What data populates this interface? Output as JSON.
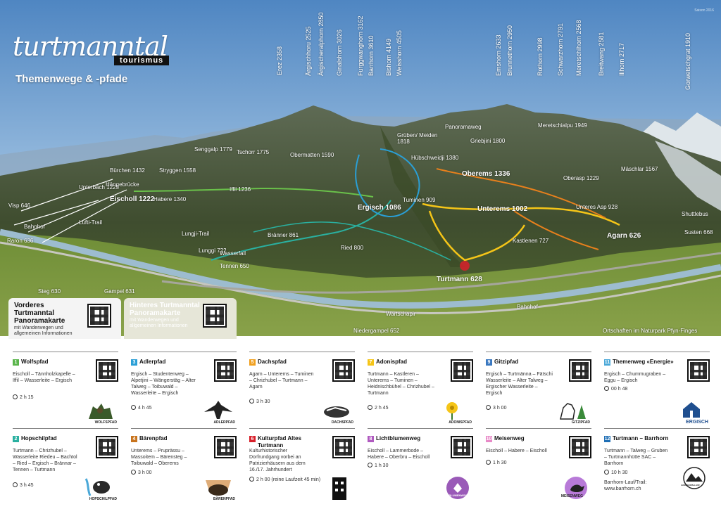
{
  "header": {
    "brand_script": "turtmanntal",
    "brand_sub": "tourismus",
    "subtitle": "Themenwege & -pfade",
    "corner_note": "Saison 2016"
  },
  "peaks": [
    {
      "label": "Erez 2358"
    },
    {
      "label": "Ärgischhoru 2525"
    },
    {
      "label": "Ärgischeralphorn 2850"
    },
    {
      "label": "Ginalshorn 3026"
    },
    {
      "label": "Furggwanghorn 3162"
    },
    {
      "label": "Barrhorn 3610"
    },
    {
      "label": "Bishorn 4149"
    },
    {
      "label": "Weisshorn 4505"
    },
    {
      "label": "Emshorn 2633"
    },
    {
      "label": "Brunnethorn 2950"
    },
    {
      "label": "Rothorn 2998"
    },
    {
      "label": "Schwarzhorn 2791"
    },
    {
      "label": "Meretschihorn 2568"
    },
    {
      "label": "Breitwang 2581"
    },
    {
      "label": "Illhorn 2717"
    },
    {
      "label": "Gorwetschgrat 1910"
    }
  ],
  "places": [
    {
      "label": "Senggalp 1779"
    },
    {
      "label": "Tschorr 1775"
    },
    {
      "label": "Obermatten 1590"
    },
    {
      "label": "Grüben/ Meiden 1818"
    },
    {
      "label": "Hübschweidji 1380"
    },
    {
      "label": "Panoramaweg"
    },
    {
      "label": "Griebjini 1800"
    },
    {
      "label": "Meretschialpu 1949"
    },
    {
      "label": "Oberems 1336"
    },
    {
      "label": "Oberasp 1229"
    },
    {
      "label": "Mäschlar 1567"
    },
    {
      "label": "Stryggen 1558"
    },
    {
      "label": "Bürchen 1432"
    },
    {
      "label": "Unterbäch 1225"
    },
    {
      "label": "Hängebrücke"
    },
    {
      "label": "Eischoll 1222"
    },
    {
      "label": "Habere 1340"
    },
    {
      "label": "Iffil 1236"
    },
    {
      "label": "Ergisch 1086"
    },
    {
      "label": "Tuminen 909"
    },
    {
      "label": "Unterems 1002"
    },
    {
      "label": "Unteres Asp 928"
    },
    {
      "label": "Agarn 626"
    },
    {
      "label": "Shuttlebus"
    },
    {
      "label": "Susten 668"
    },
    {
      "label": "Visp 646"
    },
    {
      "label": "Bahnhof"
    },
    {
      "label": "Raron 636"
    },
    {
      "label": "Lufti-Trail"
    },
    {
      "label": "Lungji-Trail"
    },
    {
      "label": "Bränner 861"
    },
    {
      "label": "Ried 800"
    },
    {
      "label": "Lunggi 722"
    },
    {
      "label": "Wasserfall"
    },
    {
      "label": "Tennen 650"
    },
    {
      "label": "Kastlenen 727"
    },
    {
      "label": "Turtmann 628"
    },
    {
      "label": "Bahnhof"
    },
    {
      "label": "Gampel 631"
    },
    {
      "label": "Steg 630"
    },
    {
      "label": "Niedergampel 652"
    },
    {
      "label": "Wartschapir"
    },
    {
      "label": "Ortschaften im Naturpark Pfyn-Finges"
    }
  ],
  "panels": [
    {
      "title": "Vorderes Turtmanntal Panoramakarte",
      "sub": "mit Wanderwegen und allgemeinen Informationen"
    },
    {
      "title": "Hinteres Turtmanntal Panoramakarte",
      "sub": "mit Wanderwegen und allgemeinen Informationen"
    }
  ],
  "trails": [
    {
      "num": "1",
      "color": "#5ab54b",
      "name": "Wolfspfad",
      "route": "Eischoll – Tännholzkapelle – Iffil – Wasserleite – Ergisch",
      "time": "2 h 15",
      "logo": "WOLFSPFAD"
    },
    {
      "num": "3",
      "color": "#2a9fd6",
      "name": "Adlerpfad",
      "route": "Ergisch – Studentenweg – Alpetjini – Wängerstäg – Alter Talweg – Toibuwald – Wasserleite – Ergisch",
      "time": "4 h 45",
      "logo": "ADLERPFAD"
    },
    {
      "num": "5",
      "color": "#f0a020",
      "name": "Dachspfad",
      "route": "Agarn – Unterems – Tuminen – Chrizhubel – Turtmann – Agarn",
      "time": "3 h 30",
      "logo": "DACHSPFAD"
    },
    {
      "num": "7",
      "color": "#f5c518",
      "name": "Adonispfad",
      "route": "Turtmann – Kastleren – Unterems – Tuminen – Heidnischbühel – Chrizhubel – Turtmann",
      "time": "2 h 45",
      "logo": "ADONISPFAD"
    },
    {
      "num": "9",
      "color": "#3a78c0",
      "name": "Gitzipfad",
      "route": "Ergisch – Turtmänna – Fätschi Wasserleite – Alter Talweg – Ergischer Wasserleite – Ergisch",
      "time": "3 h 00",
      "logo": "GITZIPFAD"
    },
    {
      "num": "11",
      "color": "#4aa8d8",
      "name": "Themenweg «Energie»",
      "route": "Ergisch – Chummugraben – Eggu – Ergisch",
      "time": "00 h 48",
      "logo": "ERGISCH"
    },
    {
      "num": "2",
      "color": "#2ab0a0",
      "name": "Hopschilpfad",
      "route": "Turtmann – Chrizhubel – Wasserleite Riedeu – Bachtol – Ried – Ergisch – Brännar – Tennen – Turtmann",
      "time": "3 h 45",
      "logo": "HOPSCHILPFAD"
    },
    {
      "num": "4",
      "color": "#c8741e",
      "name": "Bärenpfad",
      "route": "Unterems – Pruprässu – Massoitem – Bärensteg – Toibuwald – Oberems",
      "time": "3 h 00",
      "logo": "BÄRENPFAD"
    },
    {
      "num": "6",
      "color": "#d8202a",
      "name": "Kulturpfad Altes Turtmann",
      "route": "Kulturhistorischer Dorfrundgang vorbei an Patrizierhäusern aus dem 16./17. Jahrhundert",
      "time": "2 h 00 (reine Laufzeit 45 min)",
      "logo": ""
    },
    {
      "num": "8",
      "color": "#b05ac0",
      "name": "Lichtblumenweg",
      "route": "Eischoll – Lammerbode – Habere – Oberbru – Eischoll",
      "time": "1 h 30",
      "logo": "LICHTBLUMENWEG"
    },
    {
      "num": "10",
      "color": "#e88ac8",
      "name": "Meisenweg",
      "route": "Eischoll – Habere – Eischoll",
      "time": "1 h 30",
      "logo": "MEISENWEG"
    },
    {
      "num": "12",
      "color": "#1f6fb5",
      "name": "Turtmann – Barrhorn",
      "route": "Turtmann – Talweg – Gruben – Turtmannhütte SAC – Barrhorn",
      "time": "10 h 30",
      "extra": "Barrhorn-Lauf/Trail: www.barrhorn.ch",
      "logo": "BARRHORN-LAUF"
    }
  ],
  "colors": {
    "sky_top": "#5a8fc8",
    "sky_bottom": "#cfe1ef",
    "mountain": "#4e5a3a",
    "valley": "#6f8a3a",
    "river": "#8fb0c4",
    "yellow_route": "#f5c518",
    "orange_route": "#e8801c",
    "green_route": "#6ac14a",
    "teal_route": "#2ab0a0",
    "blue_route": "#2a9fd6",
    "panel_light": "#f4f4f4",
    "panel_dark": "#e6e6d8"
  }
}
